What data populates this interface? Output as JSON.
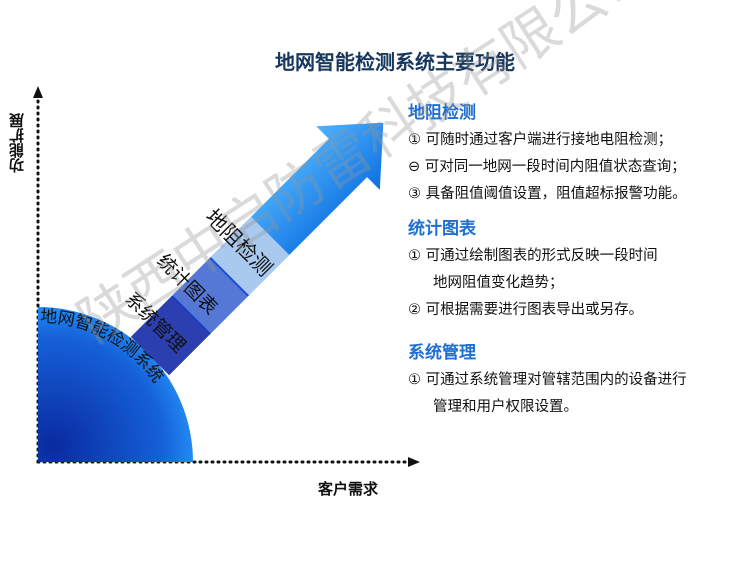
{
  "title": "地网智能检测系统主要功能",
  "axes": {
    "y_label": "功能扩展",
    "x_label": "客户需求"
  },
  "diagram": {
    "core": "地网智能检测系统",
    "bands": [
      "系统管理",
      "统计图表",
      "地阻检测"
    ],
    "colors": {
      "band1": "#2b3fb0",
      "band2": "#4f6fd0",
      "band3": "#a9c9ef",
      "arrow": "#1a8df0",
      "circle": "#1560d8"
    }
  },
  "sections": [
    {
      "heading": "地阻检测",
      "items": [
        {
          "marker": "①",
          "lines": [
            "可随时通过客户端进行接地电阻检测；"
          ]
        },
        {
          "marker": "⊖",
          "lines": [
            "可对同一地网一段时间内阻值状态查询；"
          ]
        },
        {
          "marker": "③",
          "lines": [
            "具备阻值阈值设置，阻值超标报警功能。"
          ]
        }
      ]
    },
    {
      "heading": "统计图表",
      "items": [
        {
          "marker": "①",
          "lines": [
            "可通过绘制图表的形式反映一段时间",
            "地网阻值变化趋势；"
          ]
        },
        {
          "marker": "②",
          "lines": [
            "可根据需要进行图表导出或另存。"
          ]
        }
      ]
    },
    {
      "heading": "系统管理",
      "items": [
        {
          "marker": "①",
          "lines": [
            "可通过系统管理对管辖范围内的设备进行",
            "管理和用户权限设置。"
          ]
        }
      ]
    }
  ],
  "watermark": "陕西中启防雷科技有限公司"
}
